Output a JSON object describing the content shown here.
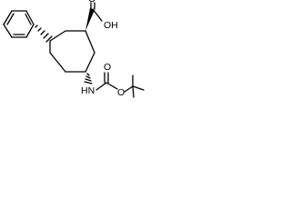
{
  "molecule": {
    "labels": {
      "hydroxyl": "OH",
      "carbonyl_oxygen": "O",
      "amide_nh": "HN",
      "ester_oxygen": "O",
      "boc_carbonyl_oxygen": "O"
    },
    "colors": {
      "bond": "#000000",
      "label": "#000000",
      "background": "#ffffff"
    }
  }
}
